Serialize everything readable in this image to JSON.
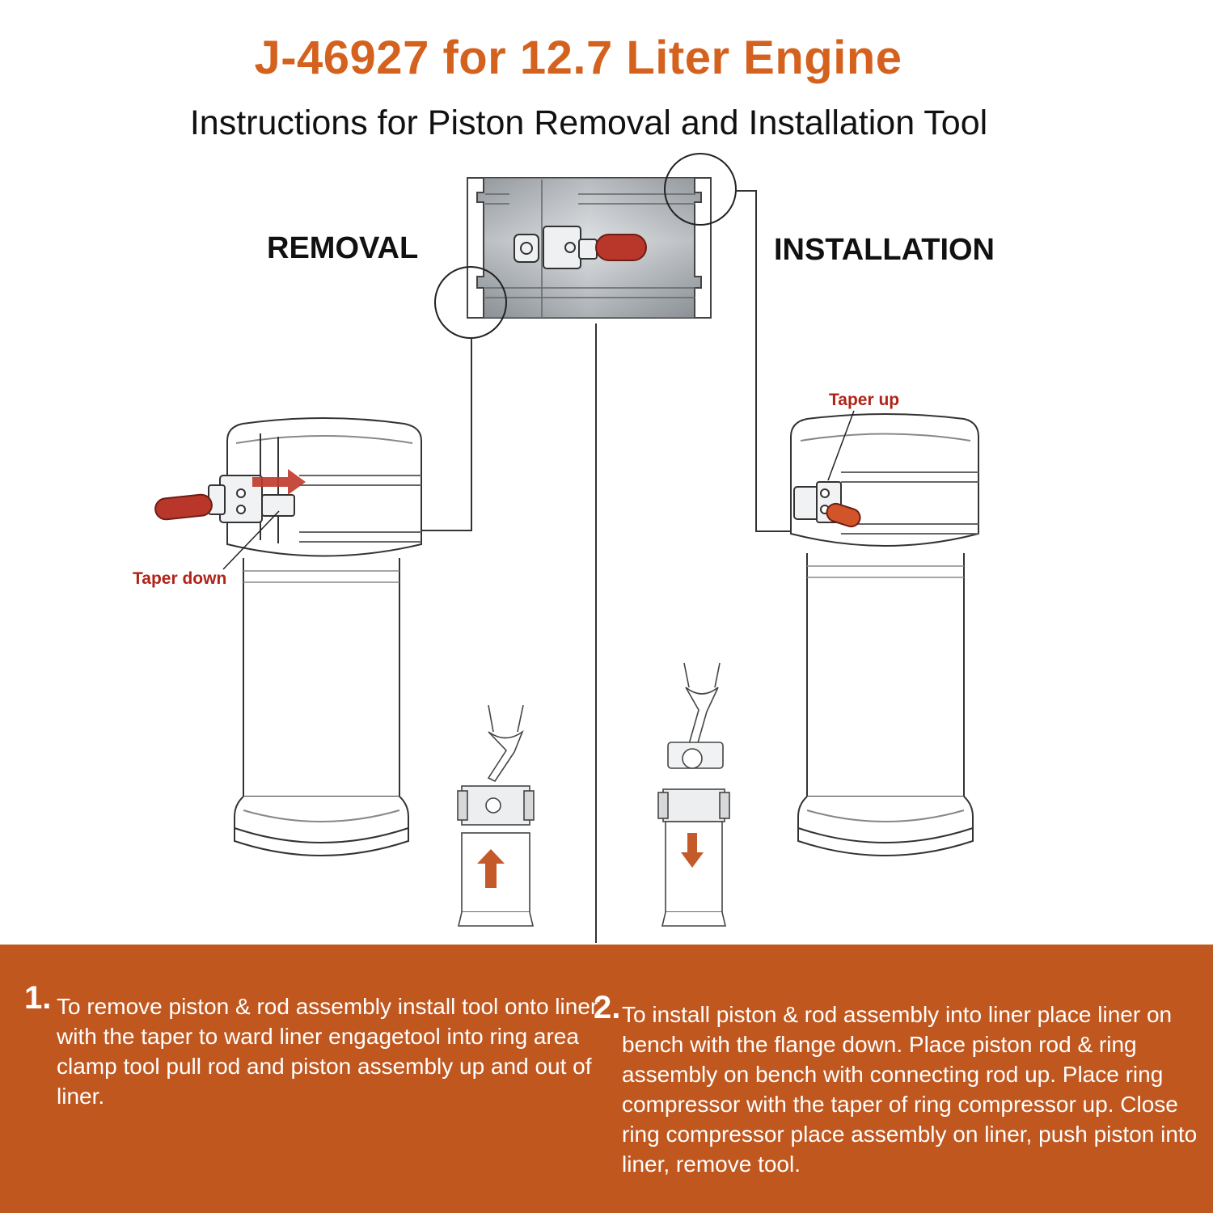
{
  "header": {
    "title": "J-46927 for 12.7 Liter Engine",
    "subtitle": "Instructions for Piston Removal and Installation Tool"
  },
  "sections": {
    "removal_label": "REMOVAL",
    "installation_label": "INSTALLATION"
  },
  "callouts": {
    "taper_down": "Taper down",
    "taper_up": "Taper up"
  },
  "steps": [
    {
      "number": "1.",
      "text": "To remove piston & rod assembly install tool onto liner with the taper to ward liner engagetool into ring area clamp tool pull rod and piston assembly up and out of liner."
    },
    {
      "number": "2.",
      "text": "To install piston & rod assembly into liner place liner on bench with the flange down. Place piston rod & ring assembly on bench with connecting rod up. Place ring compressor with the taper of ring compressor up. Close ring compressor place assembly on liner, push piston into liner, remove tool."
    }
  ],
  "colors": {
    "title": "#d4621e",
    "panel_bg": "#c0571f",
    "callout": "#b02418",
    "handle": "#b8372a",
    "arrow": "#c45a2a"
  }
}
